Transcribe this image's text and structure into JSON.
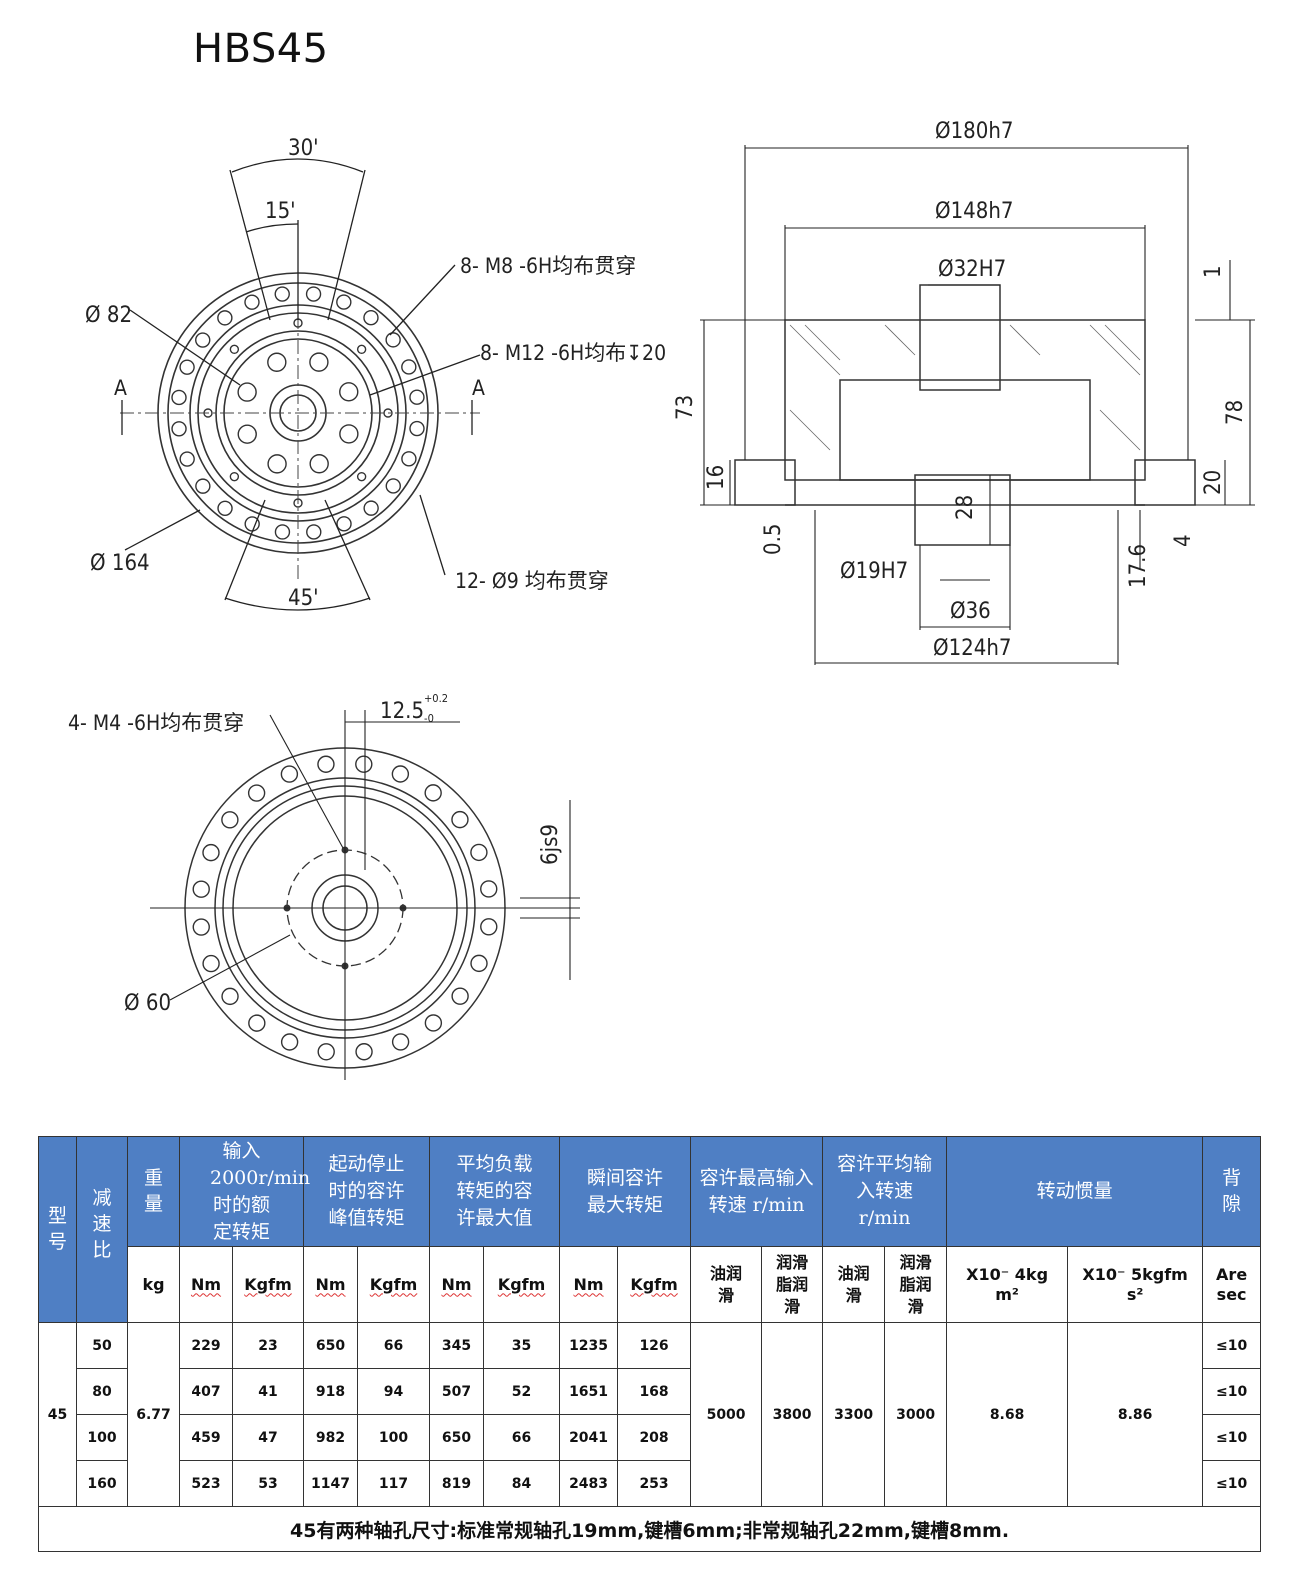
{
  "title": "HBS45",
  "front_view": {
    "angle_top": "30'",
    "angle_inner": "15'",
    "angle_bottom": "45'",
    "section_mark": "A",
    "dia_82": "Ø 82",
    "dia_164": "Ø 164",
    "label_m8": "8- M8 -6H均布贯穿",
    "label_m12": "8- M12 -6H均布↧20",
    "label_holes": "12- Ø9 均布贯穿"
  },
  "section_view": {
    "dia_180": "Ø180h7",
    "dia_148": "Ø148h7",
    "dia_32": "Ø32H7",
    "dia_19": "Ø19H7",
    "dia_36": "Ø36",
    "dia_124": "Ø124h7",
    "len_73": "73",
    "len_78": "78",
    "len_16": "16",
    "len_20": "20",
    "len_28": "28",
    "len_1": "1",
    "len_4": "4",
    "len_05": "0.5",
    "len_176": "17.6"
  },
  "rear_view": {
    "label_m4": "4- M4 -6H均布贯穿",
    "dim_125": "12.5",
    "tol_plus": "+0.2",
    "tol_minus": "-0",
    "keyway": "6js9",
    "dia_60": "Ø 60"
  },
  "table": {
    "headers": {
      "model": "型号",
      "ratio": "减速比",
      "weight": "重量",
      "rated": "输入2000r/min时的额定转矩",
      "start_stop": "起动停止时的容许峰值转矩",
      "avg_load": "平均负载转矩的容许最大值",
      "instant": "瞬间容许最大转矩",
      "max_speed": "容许最高输入转速 r/min",
      "avg_speed": "容许平均输入转速 r/min",
      "inertia": "转动惯量",
      "backlash": "背隙"
    },
    "units": {
      "kg": "kg",
      "nm": "Nm",
      "kgfm": "Kgfm",
      "oil": "油润滑",
      "grease": "润滑脂润滑",
      "inertia1": "X10⁻ 4kg m²",
      "inertia2": "X10⁻ 5kgfm s²",
      "arcsec": "Are sec"
    },
    "model": "45",
    "weight": "6.77",
    "max_speed_oil": "5000",
    "max_speed_grease": "3800",
    "avg_speed_oil": "3300",
    "avg_speed_grease": "3000",
    "inertia1": "8.68",
    "inertia2": "8.86",
    "rows": [
      {
        "ratio": "50",
        "rated_nm": "229",
        "rated_kgfm": "23",
        "ss_nm": "650",
        "ss_kgfm": "66",
        "avg_nm": "345",
        "avg_kgfm": "35",
        "ins_nm": "1235",
        "ins_kgfm": "126",
        "backlash": "≤10"
      },
      {
        "ratio": "80",
        "rated_nm": "407",
        "rated_kgfm": "41",
        "ss_nm": "918",
        "ss_kgfm": "94",
        "avg_nm": "507",
        "avg_kgfm": "52",
        "ins_nm": "1651",
        "ins_kgfm": "168",
        "backlash": "≤10"
      },
      {
        "ratio": "100",
        "rated_nm": "459",
        "rated_kgfm": "47",
        "ss_nm": "982",
        "ss_kgfm": "100",
        "avg_nm": "650",
        "avg_kgfm": "66",
        "ins_nm": "2041",
        "ins_kgfm": "208",
        "backlash": "≤10"
      },
      {
        "ratio": "160",
        "rated_nm": "523",
        "rated_kgfm": "53",
        "ss_nm": "1147",
        "ss_kgfm": "117",
        "avg_nm": "819",
        "avg_kgfm": "84",
        "ins_nm": "2483",
        "ins_kgfm": "253",
        "backlash": "≤10"
      }
    ],
    "note": "45有两种轴孔尺寸:标准常规轴孔19mm,键槽6mm;非常规轴孔22mm,键槽8mm."
  }
}
